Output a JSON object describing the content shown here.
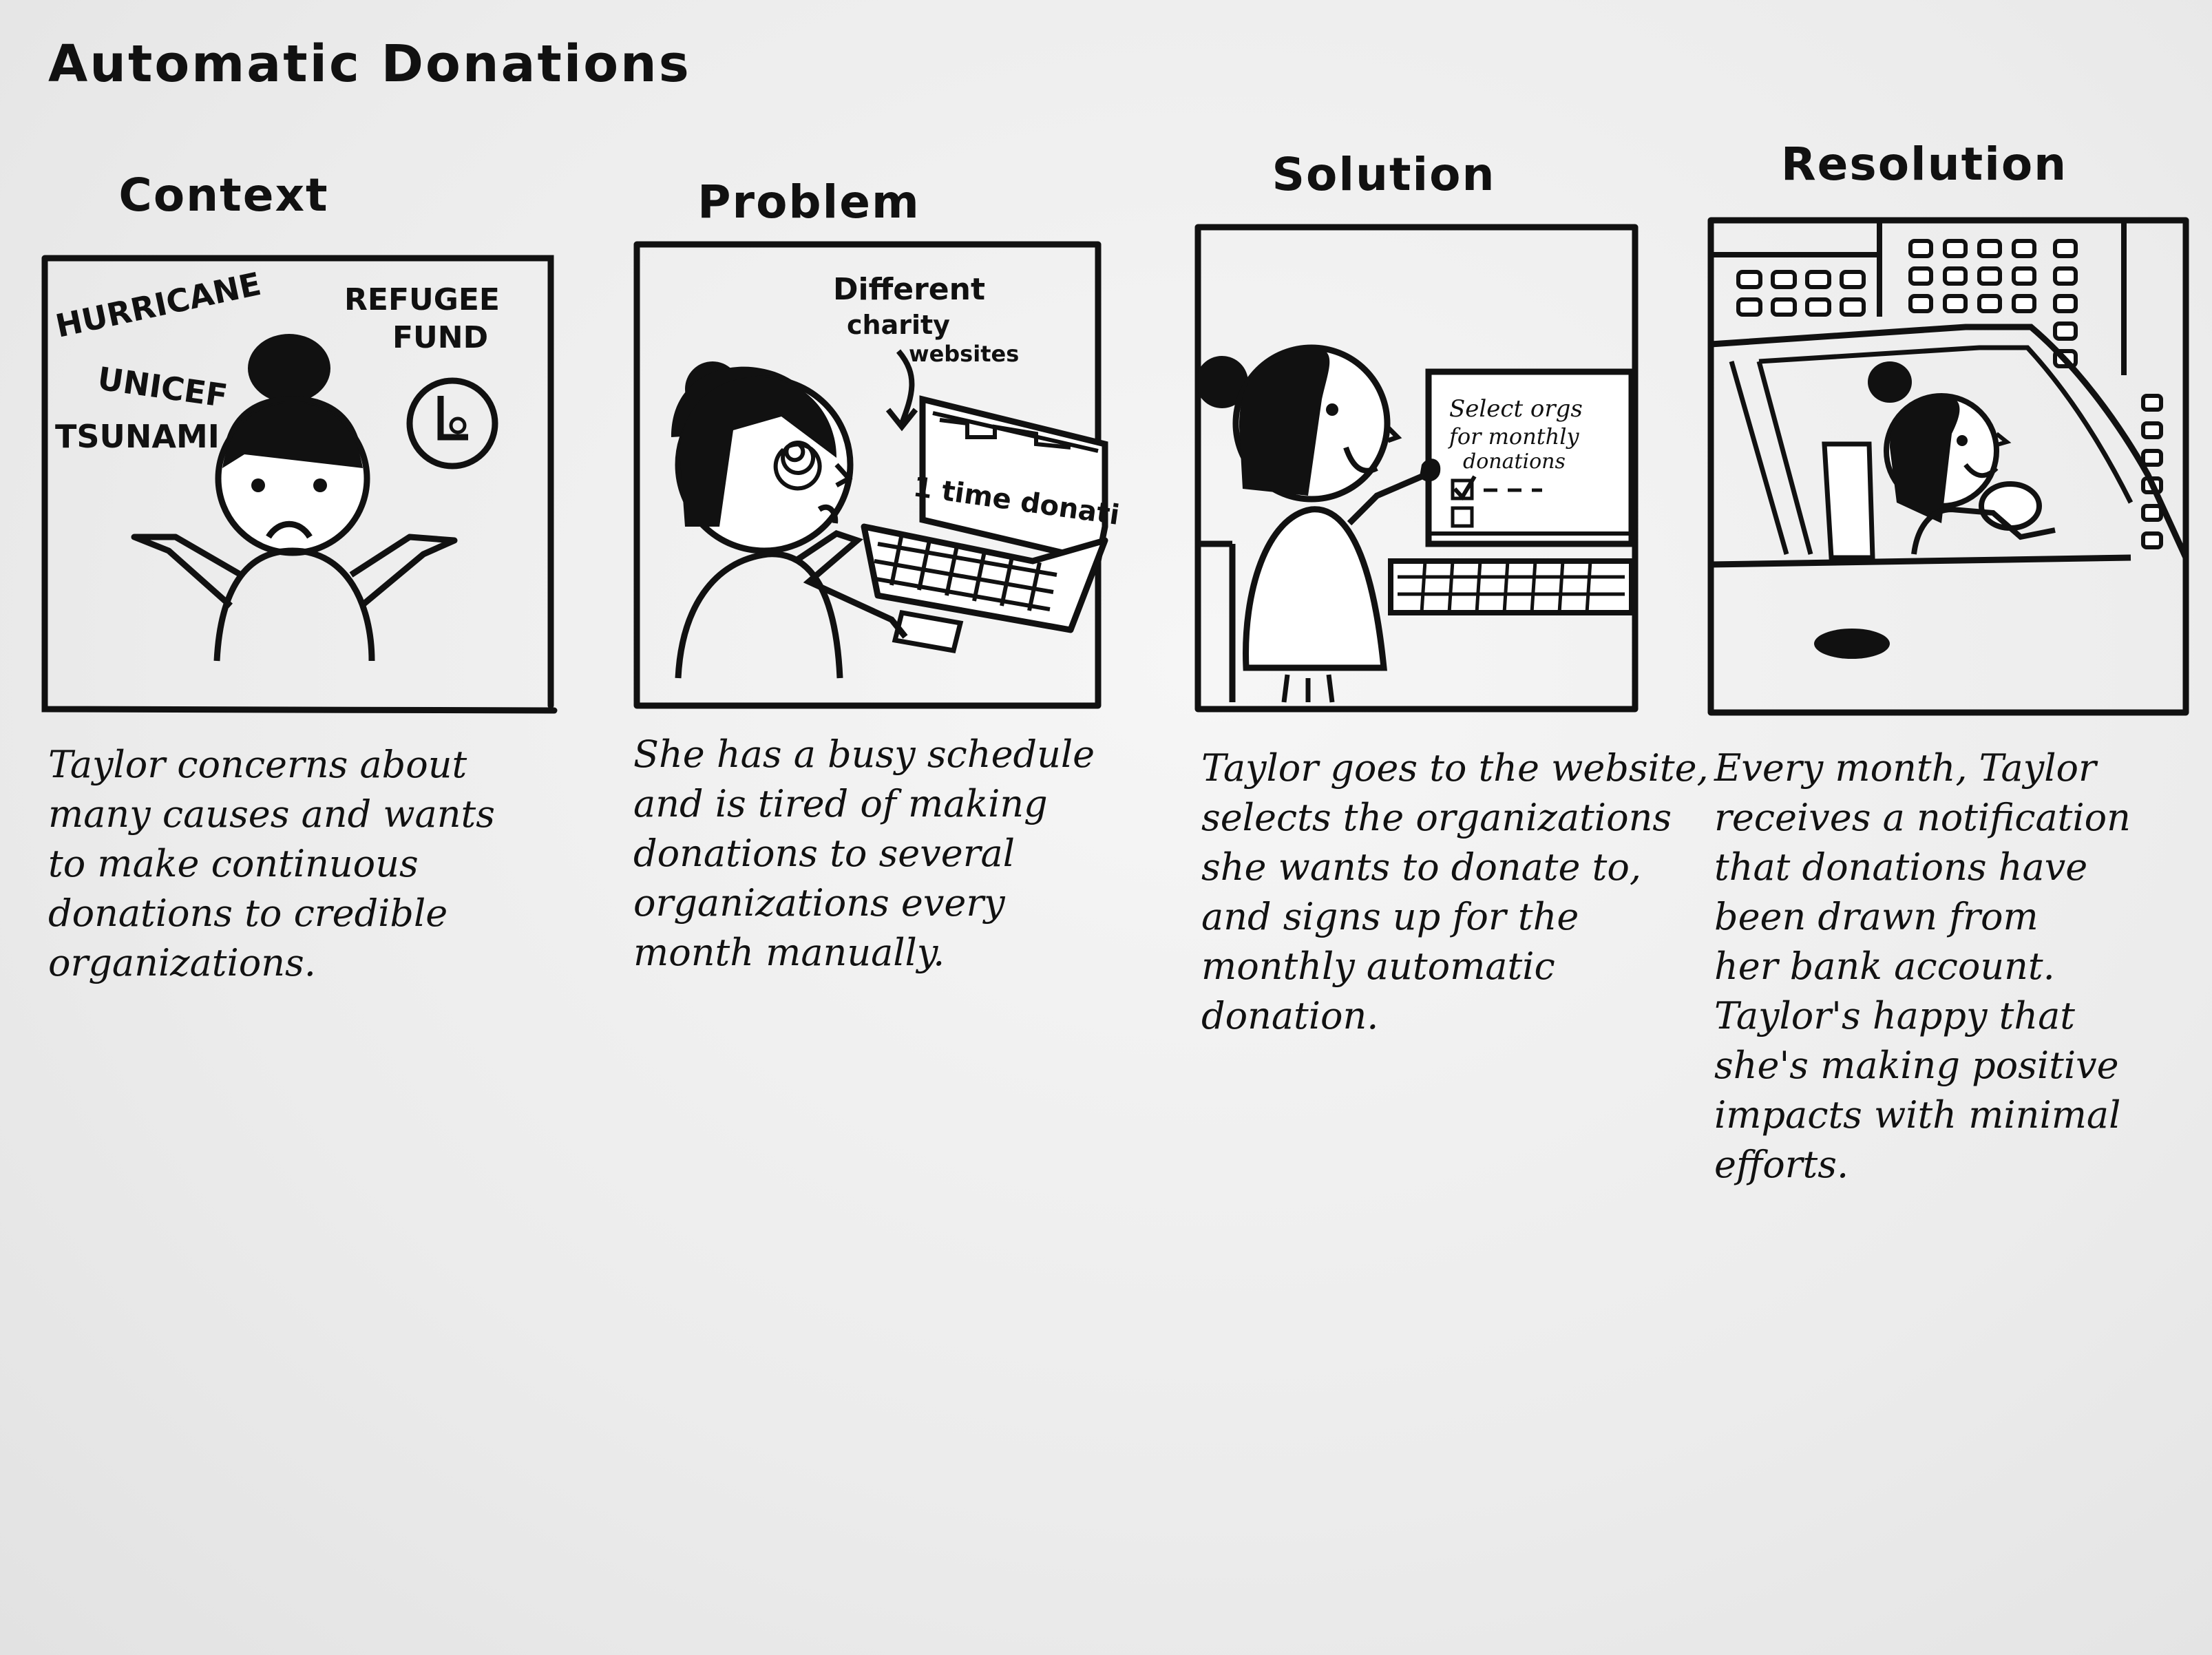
{
  "board": {
    "title": "Automatic Donations"
  },
  "panels": [
    {
      "title": "Context",
      "labels": {
        "hurricane": "HURRICANE",
        "unicef": "UNICEF",
        "tsunami": "TSUNAMI",
        "refugee": "REFUGEE",
        "fund": "FUND"
      },
      "caption_lines": [
        "Taylor concerns about",
        "many causes and wants",
        "to make continuous",
        "donations to credible",
        "organizations."
      ]
    },
    {
      "title": "Problem",
      "labels": {
        "different": "Different",
        "charity": "charity",
        "websites": "websites",
        "one_time": "1 time donati"
      },
      "caption_lines": [
        "She has a busy schedule",
        "and is tired of making",
        "donations to several",
        "organizations every",
        "month manually."
      ]
    },
    {
      "title": "Solution",
      "labels": {
        "line1": "Select orgs",
        "line2": "for monthly",
        "line3": "donations"
      },
      "caption_lines": [
        "Taylor goes to the website,",
        "selects the organizations",
        "she wants to donate to,",
        "and signs up for the",
        "monthly automatic",
        "donation."
      ]
    },
    {
      "title": "Resolution",
      "caption_lines": [
        "Every month, Taylor",
        "receives a notification",
        "that donations have",
        "been drawn from",
        "her bank account.",
        "Taylor's happy that",
        "she's making positive",
        "impacts with minimal",
        "efforts."
      ]
    }
  ]
}
